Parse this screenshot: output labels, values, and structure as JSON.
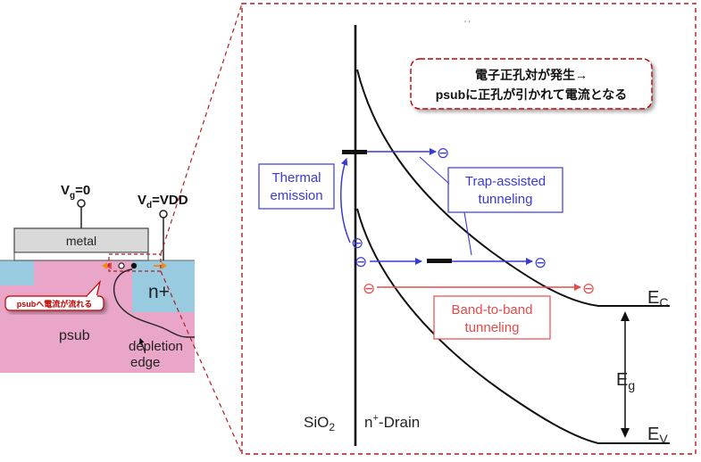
{
  "device": {
    "vg_label": "V",
    "vg_sub": "g",
    "vg_value": "=0",
    "vd_label": "V",
    "vd_sub": "d",
    "vd_value": "=VDD",
    "metal_label": "metal",
    "nplus_label": "n+",
    "psub_label": "psub",
    "depletion_line1": "depletion",
    "depletion_line2": "edge",
    "callout_text": "psubへ電流が流れる"
  },
  "band": {
    "callout_line1": "電子正孔対が発生→",
    "callout_line2": "psubに正孔が引かれて電流となる",
    "thermal_line1": "Thermal",
    "thermal_line2": "emission",
    "trap_line1": "Trap-assisted",
    "trap_line2": "tunneling",
    "btb_line1": "Band-to-band",
    "btb_line2": "tunneling",
    "ec_main": "E",
    "ec_sub": "C",
    "eg_main": "E",
    "eg_sub": "g",
    "ev_main": "E",
    "ev_sub": "V",
    "sio2_main": "SiO",
    "sio2_sub": "2",
    "drain_pre": "n",
    "drain_sup": "+",
    "drain_post": "-Drain",
    "electron_symbol": "⊖",
    "top_mark": "' '"
  },
  "colors": {
    "pink": "#eaa6c8",
    "blue": "#98cbe0",
    "metal": "#d9d9d9",
    "dashed_red": "#b01c1c",
    "label_blue": "#3a3ad8",
    "label_red": "#e84a4a",
    "dark_red": "#c00000"
  }
}
